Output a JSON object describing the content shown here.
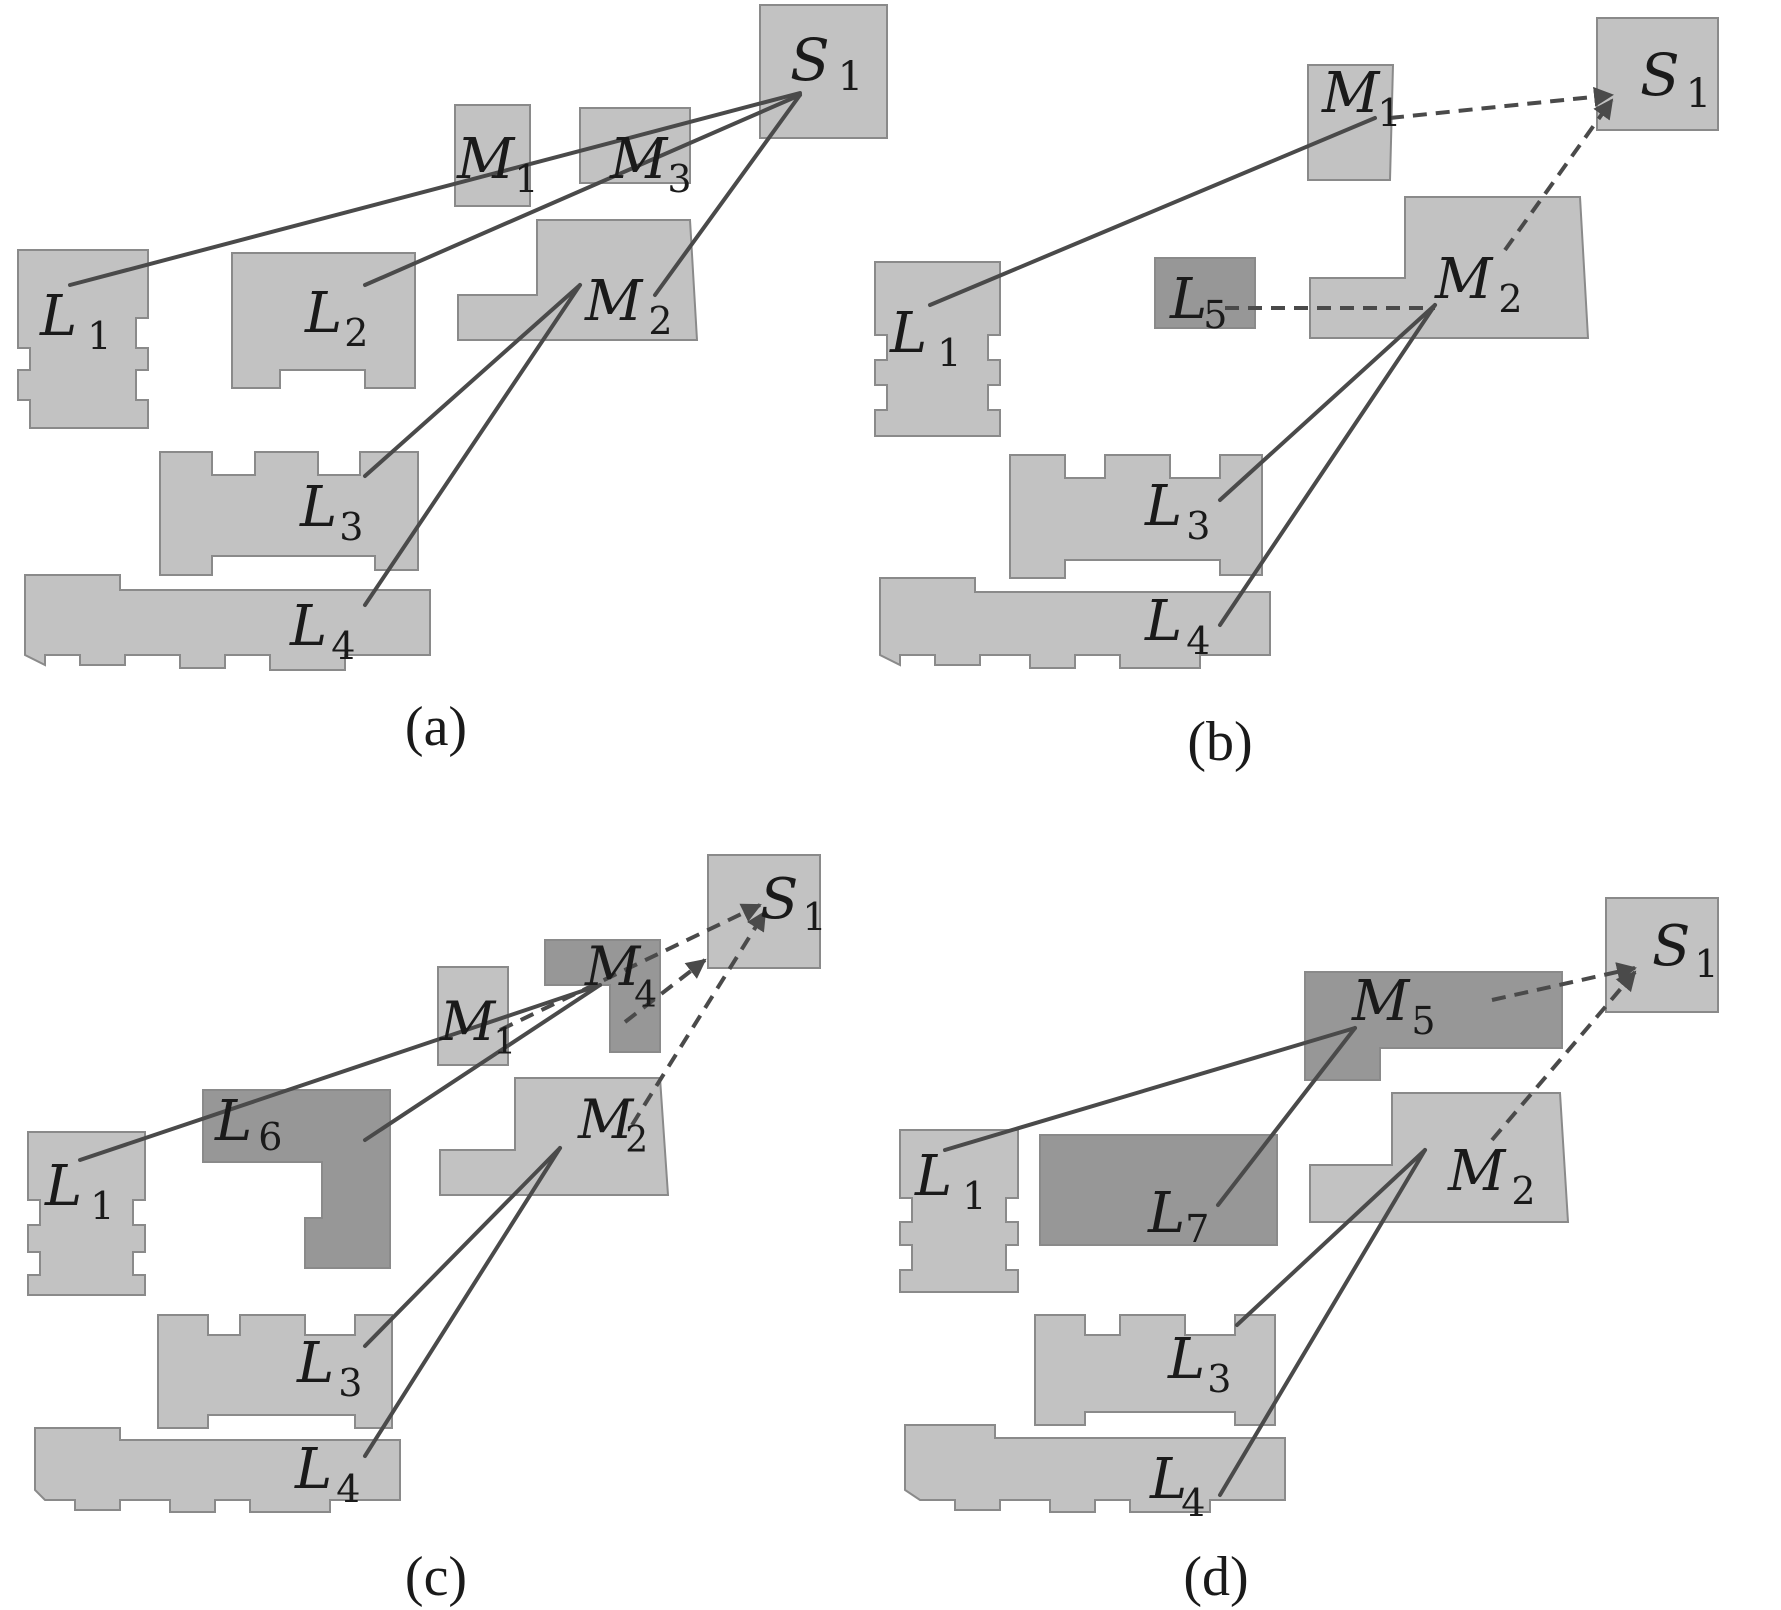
{
  "colors": {
    "building_light": "#c2c2c2",
    "building_dark": "#979797",
    "building_stroke": "#8a8a8a",
    "link": "#4a4a4a",
    "text": "#1a1a1a"
  },
  "panels": {
    "a": {
      "caption": "(a)",
      "labels": {
        "S1": {
          "base": "S",
          "sub": "1"
        },
        "M1": {
          "base": "M",
          "sub": "1"
        },
        "M2": {
          "base": "M",
          "sub": "2"
        },
        "M3": {
          "base": "M",
          "sub": "3"
        },
        "L1": {
          "base": "L",
          "sub": "1"
        },
        "L2": {
          "base": "L",
          "sub": "2"
        },
        "L3": {
          "base": "L",
          "sub": "3"
        },
        "L4": {
          "base": "L",
          "sub": "4"
        }
      }
    },
    "b": {
      "caption": "(b)",
      "labels": {
        "S1": {
          "base": "S",
          "sub": "1"
        },
        "M1": {
          "base": "M",
          "sub": "1"
        },
        "M2": {
          "base": "M",
          "sub": "2"
        },
        "L1": {
          "base": "L",
          "sub": "1"
        },
        "L3": {
          "base": "L",
          "sub": "3"
        },
        "L4": {
          "base": "L",
          "sub": "4"
        },
        "L5": {
          "base": "L",
          "sub": "5"
        }
      }
    },
    "c": {
      "caption": "(c)",
      "labels": {
        "S1": {
          "base": "S",
          "sub": "1"
        },
        "M1": {
          "base": "M",
          "sub": "1"
        },
        "M2": {
          "base": "M",
          "sub": "2"
        },
        "M4": {
          "base": "M",
          "sub": "4"
        },
        "L1": {
          "base": "L",
          "sub": "1"
        },
        "L3": {
          "base": "L",
          "sub": "3"
        },
        "L4": {
          "base": "L",
          "sub": "4"
        },
        "L6": {
          "base": "L",
          "sub": "6"
        }
      }
    },
    "d": {
      "caption": "(d)",
      "labels": {
        "S1": {
          "base": "S",
          "sub": "1"
        },
        "M2": {
          "base": "M",
          "sub": "2"
        },
        "M5": {
          "base": "M",
          "sub": "5"
        },
        "L1": {
          "base": "L",
          "sub": "1"
        },
        "L3": {
          "base": "L",
          "sub": "3"
        },
        "L4": {
          "base": "L",
          "sub": "4"
        },
        "L7": {
          "base": "L",
          "sub": "7"
        }
      }
    }
  }
}
